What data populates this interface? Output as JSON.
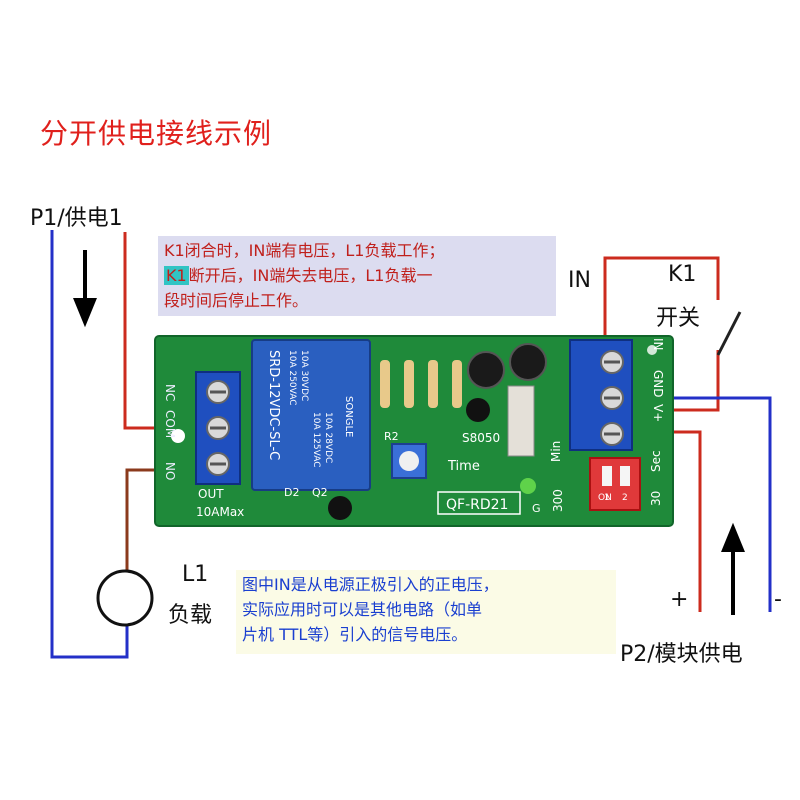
{
  "title": "分开供电接线示例",
  "labels": {
    "p1": "P1/供电1",
    "p2": "P2/模块供电",
    "in": "IN",
    "k1": "K1",
    "k1_switch": "开关",
    "l1": "L1",
    "l1_load": "负载",
    "plus": "+",
    "minus": "-"
  },
  "note1": {
    "line1": "K1闭合时，IN端有电压，L1负载工作；",
    "line2_tag": "K1",
    "line2_rest": "断开后，IN端失去电压，L1负载一",
    "line3": "段时间后停止工作。"
  },
  "note2": {
    "line1": "图中IN是从电源正极引入的正电压，",
    "line2": "实际应用时可以是其他电路（如单",
    "line3": "片机 TTL等）引入的信号电压。"
  },
  "board": {
    "left_terminals": [
      "NC",
      "COM",
      "NO"
    ],
    "right_terminals": [
      "IN",
      "GND",
      "V+"
    ],
    "out_label": "OUT",
    "max_label": "10AMax",
    "relay_lines": [
      "SRD-12VDC-SL-C",
      "10A 250VAC",
      "10A 30VDC",
      "10A 125VAC",
      "10A 28VDC"
    ],
    "relay_brand": "SONGLE",
    "model": "QF-RD21",
    "transistor": "S8050",
    "time_label": "Time",
    "min_label": "Min",
    "sec_label": "Sec",
    "scale_300": "300",
    "scale_30": "30",
    "r2": "R2",
    "d2": "D2",
    "q2": "Q2",
    "g": "G",
    "dip_on": "ON",
    "dip_1": "1",
    "dip_2": "2"
  },
  "colors": {
    "wire_red": "#cc2b1e",
    "wire_blue": "#2330c8",
    "load_wire": "#8b3a1c",
    "board_green": "#1f8a3a",
    "relay_blue": "#2a5fc0",
    "terminal_blue": "#1f4fbf",
    "dip_red": "#e0393a"
  }
}
